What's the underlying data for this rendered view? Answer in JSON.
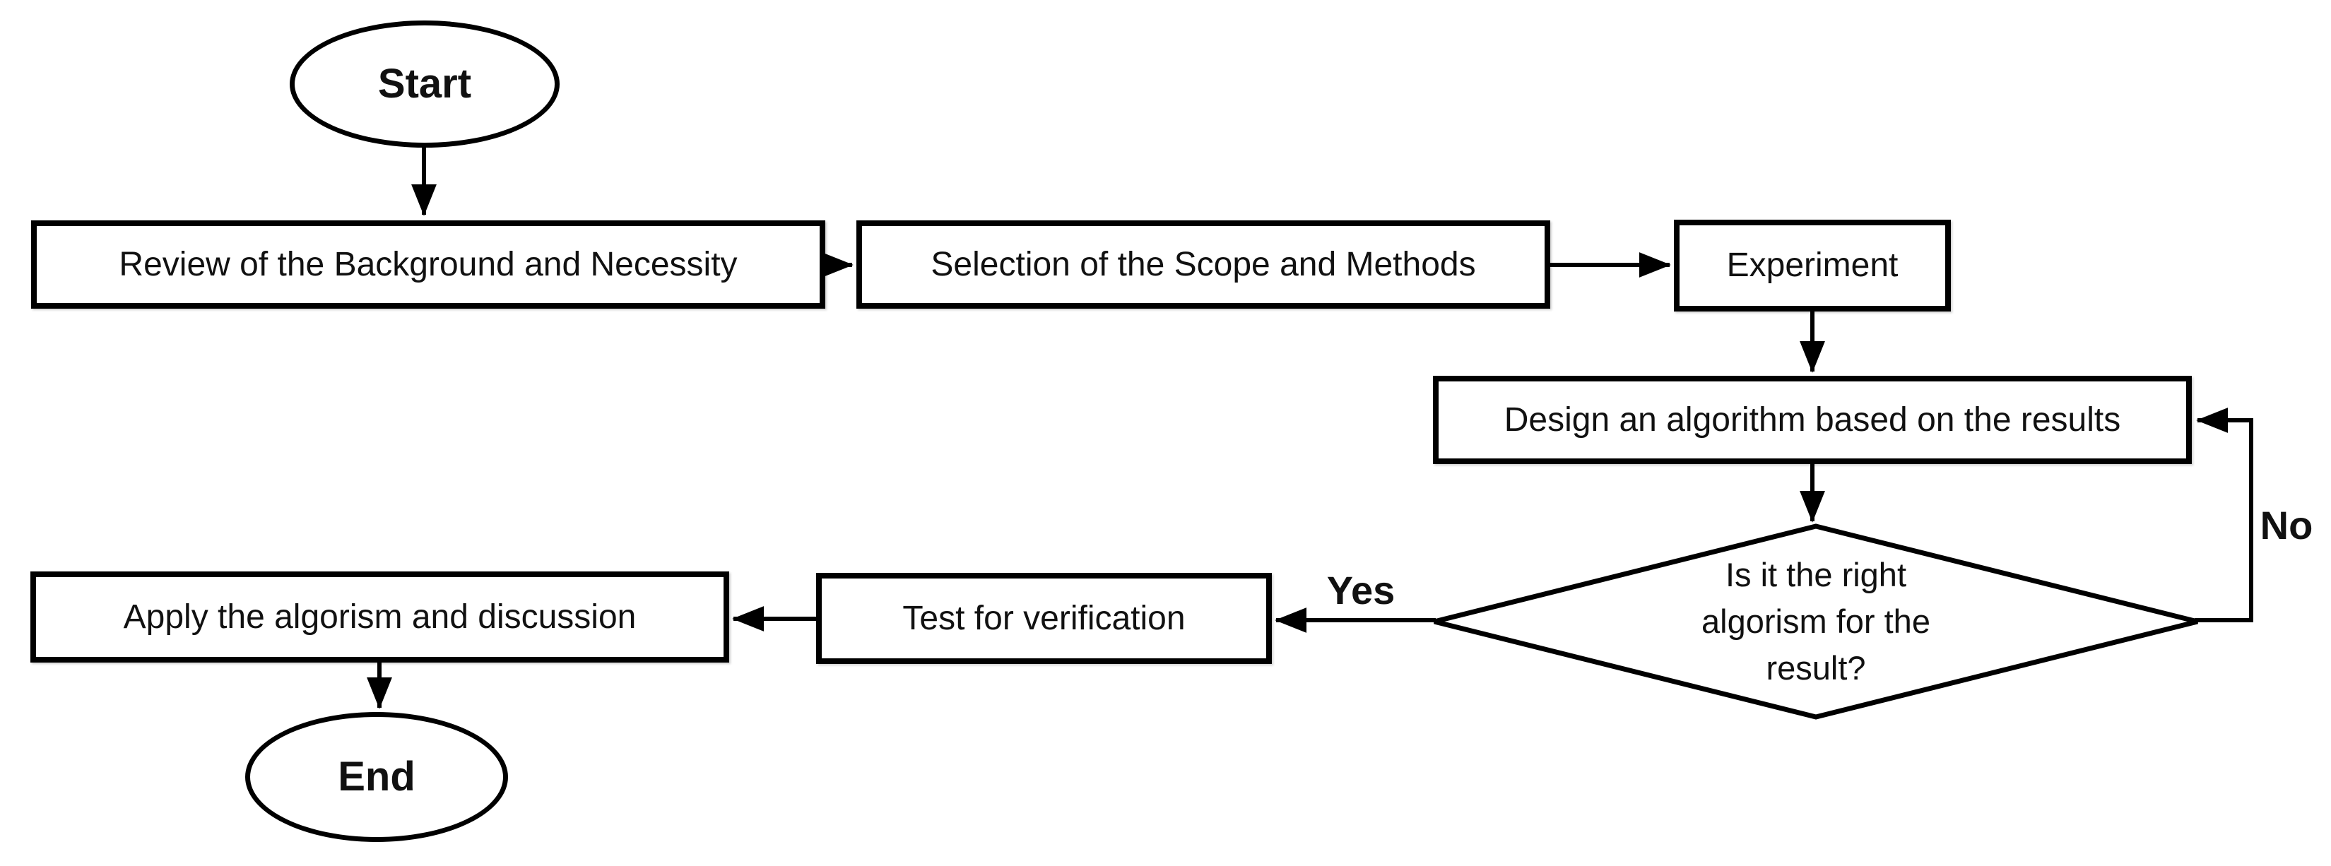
{
  "diagram": {
    "type": "flowchart",
    "colors": {
      "line": "#000000",
      "node_fill": "#ffffff",
      "background": "#ffffff",
      "text": "#111111"
    },
    "nodes": {
      "start": {
        "type": "terminator",
        "label": "Start"
      },
      "review": {
        "type": "process",
        "label": "Review of the Background and Necessity"
      },
      "selection": {
        "type": "process",
        "label": "Selection of the Scope and Methods"
      },
      "experiment": {
        "type": "process",
        "label": "Experiment"
      },
      "design": {
        "type": "process",
        "label": "Design an algorithm based on the results"
      },
      "decision": {
        "type": "decision",
        "label": "Is it the right algorism for the result?",
        "lines": [
          "Is it the right",
          "algorism for the",
          "result?"
        ]
      },
      "test": {
        "type": "process",
        "label": "Test for verification"
      },
      "apply": {
        "type": "process",
        "label": "Apply the algorism and discussion"
      },
      "end": {
        "type": "terminator",
        "label": "End"
      }
    },
    "edges": {
      "start_review": {
        "from": "start",
        "to": "review"
      },
      "review_selection": {
        "from": "review",
        "to": "selection"
      },
      "selection_experiment": {
        "from": "selection",
        "to": "experiment"
      },
      "experiment_design": {
        "from": "experiment",
        "to": "design"
      },
      "design_decision": {
        "from": "design",
        "to": "decision"
      },
      "decision_test_yes": {
        "from": "decision",
        "to": "test",
        "label": "Yes"
      },
      "test_apply": {
        "from": "test",
        "to": "apply"
      },
      "apply_end": {
        "from": "apply",
        "to": "end"
      },
      "decision_design_no": {
        "from": "decision",
        "to": "design",
        "label": "No"
      }
    }
  }
}
